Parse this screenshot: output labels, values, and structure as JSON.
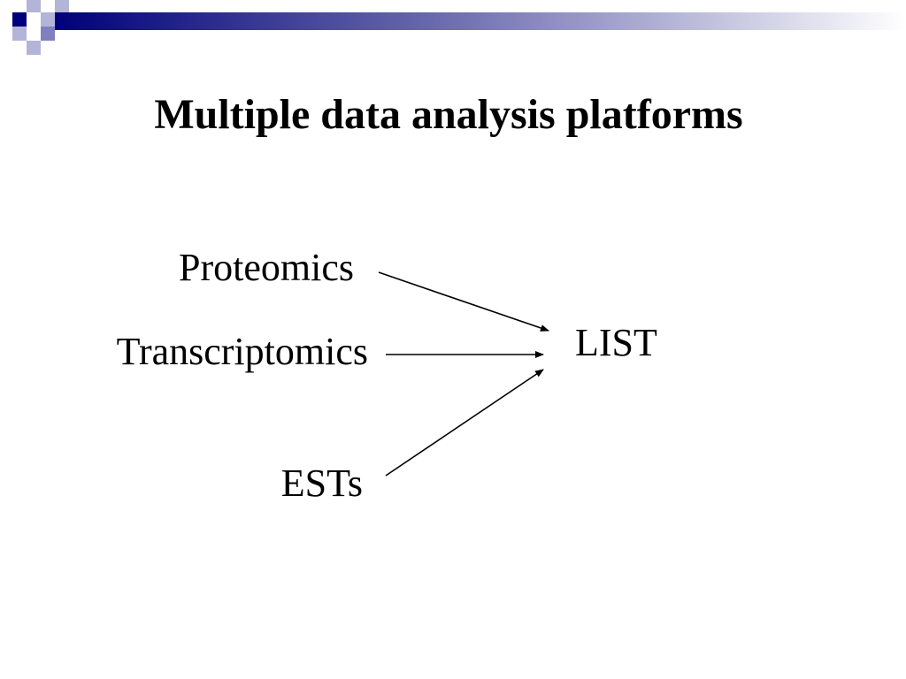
{
  "slide": {
    "title": "Multiple data analysis platforms"
  },
  "diagram": {
    "sources": [
      {
        "id": "proteomics",
        "label": "Proteomics"
      },
      {
        "id": "transcriptomics",
        "label": "Transcriptomics"
      },
      {
        "id": "ests",
        "label": "ESTs"
      }
    ],
    "target": {
      "id": "list",
      "label": "LIST"
    },
    "edges": [
      {
        "from": "proteomics",
        "to": "list"
      },
      {
        "from": "transcriptomics",
        "to": "list"
      },
      {
        "from": "ests",
        "to": "list"
      }
    ]
  },
  "theme": {
    "accent_dark": "#00007a",
    "accent_mid": "#5f5fa8",
    "accent_light": "#b4b4d8",
    "text_color": "#000000",
    "arrow_color": "#000000"
  }
}
